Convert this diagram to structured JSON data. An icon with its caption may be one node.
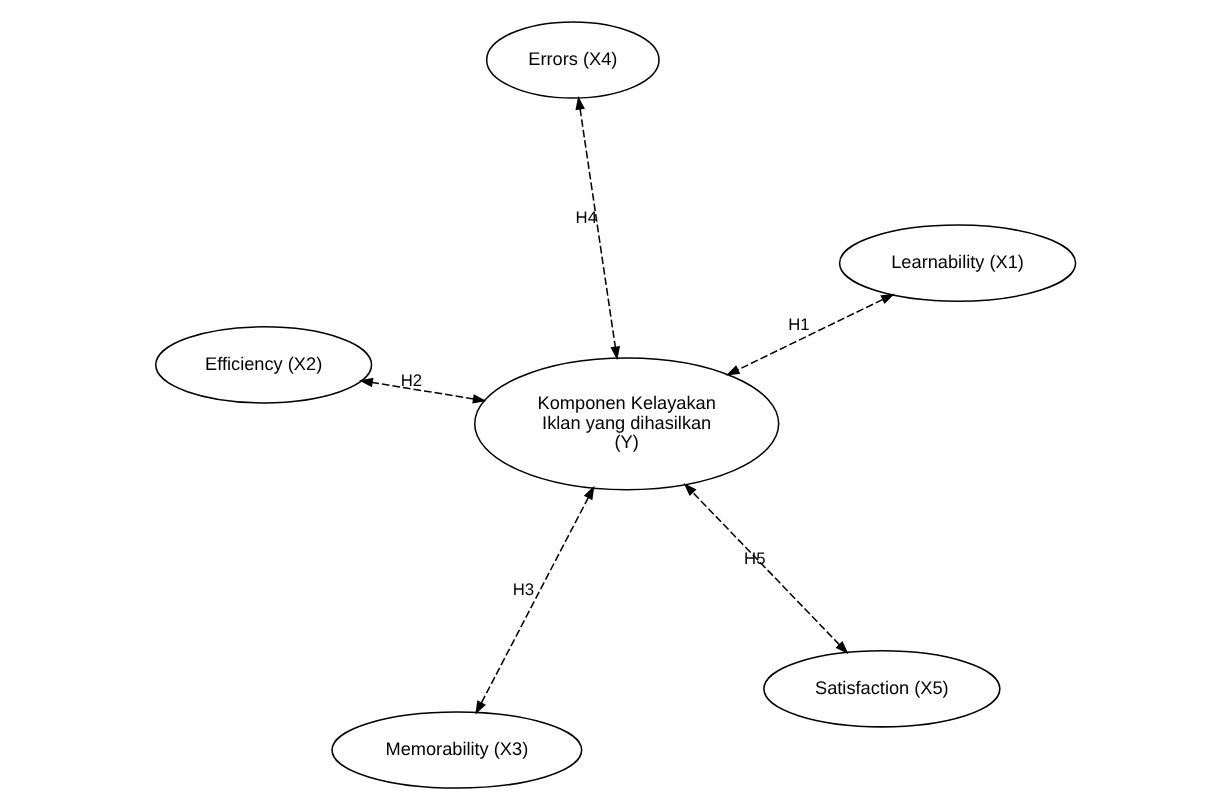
{
  "diagram": {
    "nodes": [
      {
        "text": [
          "Learnability (X1)"
        ]
      },
      {
        "text": [
          "Satisfaction (X5)"
        ]
      },
      {
        "text": [
          "Komponen Kelayakan Iklan yang dihasilkan (Y)"
        ]
      },
      {
        "text": [
          "Efficiency (X2)"
        ]
      },
      {
        "text": [
          "Errors (X4)"
        ]
      },
      {
        "text": [
          "Memorability (X3)"
        ]
      }
    ],
    "edges": [
      {
        "from": 0,
        "to": 2,
        "arrow": "both",
        "label": "H1",
        "style": "dashed"
      },
      {
        "from": 2,
        "to": 3,
        "arrow": "both",
        "label": "H2",
        "style": "dashed"
      },
      {
        "from": 2,
        "to": 5,
        "arrow": "both",
        "label": "H3",
        "style": "dashed"
      },
      {
        "from": 4,
        "to": 2,
        "arrow": "both",
        "label": "H4",
        "style": "dashed"
      },
      {
        "from": 1,
        "to": 2,
        "arrow": "both",
        "label": "H5",
        "style": "dashed"
      }
    ]
  }
}
